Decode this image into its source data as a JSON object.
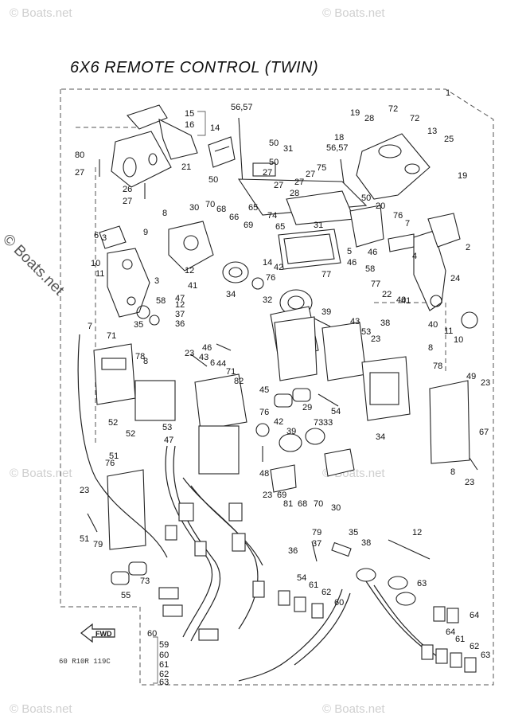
{
  "title": "6X6 REMOTE CONTROL (TWIN)",
  "watermarks": {
    "top_left": "© Boats.net",
    "top_right": "© Boats.net",
    "side": "© Boats.net",
    "mid_left": "© Boats.net",
    "mid_right": "© Boats.net",
    "bottom_left": "© Boats.net",
    "bottom_right": "© Boats.net"
  },
  "fwd_label": "FWD",
  "footnote": "60 R10R 119C",
  "callouts": [
    "1",
    "15",
    "16",
    "14",
    "56,57",
    "19",
    "28",
    "72",
    "72",
    "13",
    "25",
    "18",
    "56,57",
    "80",
    "27",
    "21",
    "50",
    "31",
    "50",
    "27",
    "27",
    "75",
    "27",
    "27",
    "28",
    "19",
    "26",
    "27",
    "50",
    "65",
    "74",
    "50",
    "20",
    "8",
    "30",
    "70",
    "68",
    "66",
    "69",
    "65",
    "31",
    "76",
    "7",
    "3",
    "6",
    "9",
    "4",
    "2",
    "10",
    "11",
    "12",
    "14",
    "42",
    "46",
    "5",
    "46",
    "58",
    "77",
    "24",
    "3",
    "76",
    "58",
    "77",
    "22",
    "40",
    "41",
    "34",
    "32",
    "39",
    "47",
    "38",
    "12",
    "37",
    "36",
    "35",
    "41",
    "40",
    "11",
    "10",
    "7",
    "71",
    "78",
    "8",
    "23",
    "43",
    "46",
    "44",
    "6",
    "43",
    "53",
    "23",
    "8",
    "78",
    "71",
    "82",
    "45",
    "29",
    "73",
    "54",
    "49",
    "23",
    "76",
    "42",
    "39",
    "33",
    "34",
    "52",
    "52",
    "53",
    "47",
    "48",
    "67",
    "51",
    "76",
    "23",
    "51",
    "79",
    "23",
    "69",
    "81",
    "68",
    "70",
    "30",
    "8",
    "23",
    "79",
    "37",
    "36",
    "35",
    "38",
    "12",
    "55",
    "73",
    "54",
    "61",
    "62",
    "63",
    "60",
    "64",
    "60",
    "59",
    "60",
    "61",
    "62",
    "63",
    "64",
    "61",
    "62",
    "63",
    "64"
  ]
}
